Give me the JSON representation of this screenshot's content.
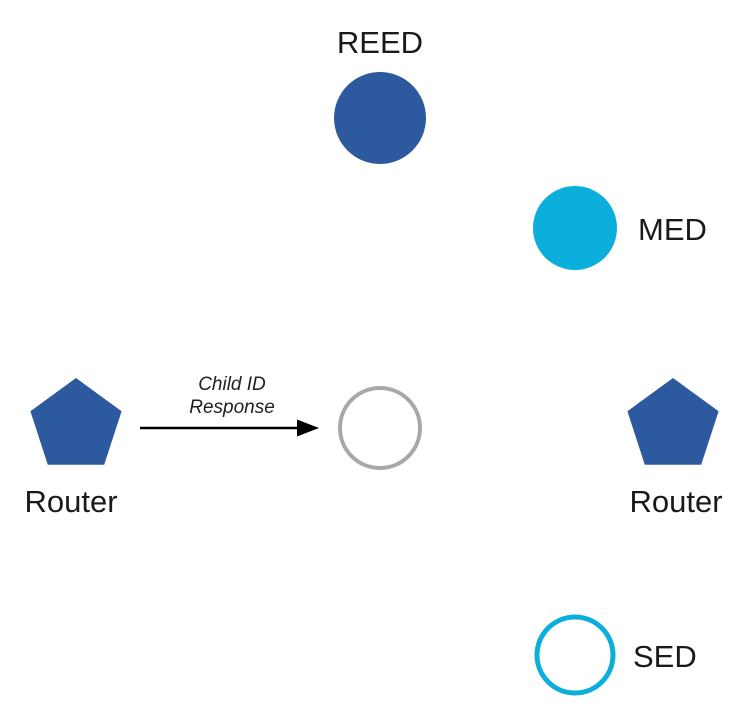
{
  "colors": {
    "primary_blue": "#2d5a9e",
    "cyan": "#0cafdc",
    "joiner_gray": "#a8a8a8",
    "arrow_black": "#000000"
  },
  "nodes": {
    "reed": {
      "label": "REED"
    },
    "med": {
      "label": "MED"
    },
    "sed": {
      "label": "SED"
    },
    "router_left": {
      "label": "Router"
    },
    "router_right": {
      "label": "Router"
    },
    "joiner": {
      "label": ""
    }
  },
  "arrow": {
    "label_line1": "Child ID",
    "label_line2": "Response"
  }
}
